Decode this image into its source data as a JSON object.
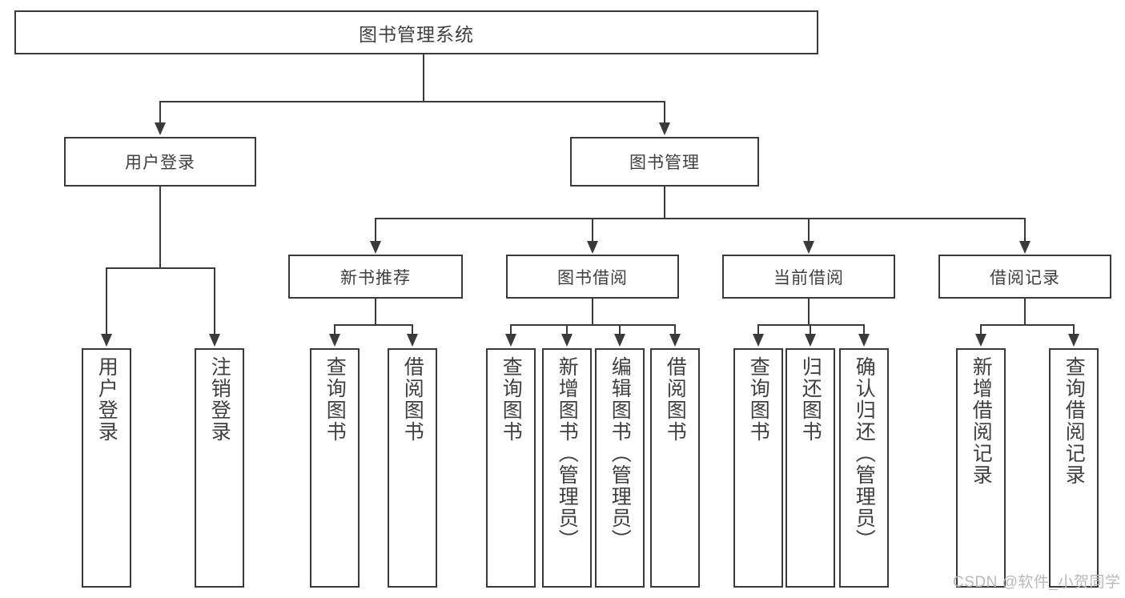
{
  "diagram": {
    "type": "tree",
    "title": "图书管理系统",
    "watermark": "CSDN @软件_小贺同学",
    "colors": {
      "border": "#3a3a3a",
      "text": "#3f3f3f",
      "background": "#ffffff",
      "watermark": "#b9b9b9"
    },
    "nodes": {
      "root": {
        "label": "图书管理系统",
        "level": 1
      },
      "l2": [
        {
          "id": "user-login",
          "label": "用户登录",
          "level": 2
        },
        {
          "id": "book-manage",
          "label": "图书管理",
          "level": 2
        }
      ],
      "l3": [
        {
          "id": "new-book-rec",
          "label": "新书推荐",
          "level": 3
        },
        {
          "id": "book-borrow",
          "label": "图书借阅",
          "level": 3
        },
        {
          "id": "current-borrow",
          "label": "当前借阅",
          "level": 3
        },
        {
          "id": "borrow-record",
          "label": "借阅记录",
          "level": 3
        }
      ],
      "leaves": [
        {
          "id": "leaf-user-login",
          "label": "用户登录",
          "parent": "user-login"
        },
        {
          "id": "leaf-logout",
          "label": "注销登录",
          "parent": "user-login"
        },
        {
          "id": "leaf-query-book-1",
          "label": "查询图书",
          "parent": "new-book-rec"
        },
        {
          "id": "leaf-borrow-book-1",
          "label": "借阅图书",
          "parent": "new-book-rec"
        },
        {
          "id": "leaf-query-book-2",
          "label": "查询图书",
          "parent": "book-borrow"
        },
        {
          "id": "leaf-add-book",
          "label": "新增图书（管理员）",
          "parent": "book-borrow"
        },
        {
          "id": "leaf-edit-book",
          "label": "编辑图书（管理员）",
          "parent": "book-borrow"
        },
        {
          "id": "leaf-borrow-book-2",
          "label": "借阅图书",
          "parent": "book-borrow"
        },
        {
          "id": "leaf-query-book-3",
          "label": "查询图书",
          "parent": "current-borrow"
        },
        {
          "id": "leaf-return-book",
          "label": "归还图书",
          "parent": "current-borrow"
        },
        {
          "id": "leaf-confirm-return",
          "label": "确认归还（管理员）",
          "parent": "current-borrow"
        },
        {
          "id": "leaf-add-record",
          "label": "新增借阅记录",
          "parent": "borrow-record"
        },
        {
          "id": "leaf-query-record",
          "label": "查询借阅记录",
          "parent": "borrow-record"
        }
      ]
    }
  }
}
